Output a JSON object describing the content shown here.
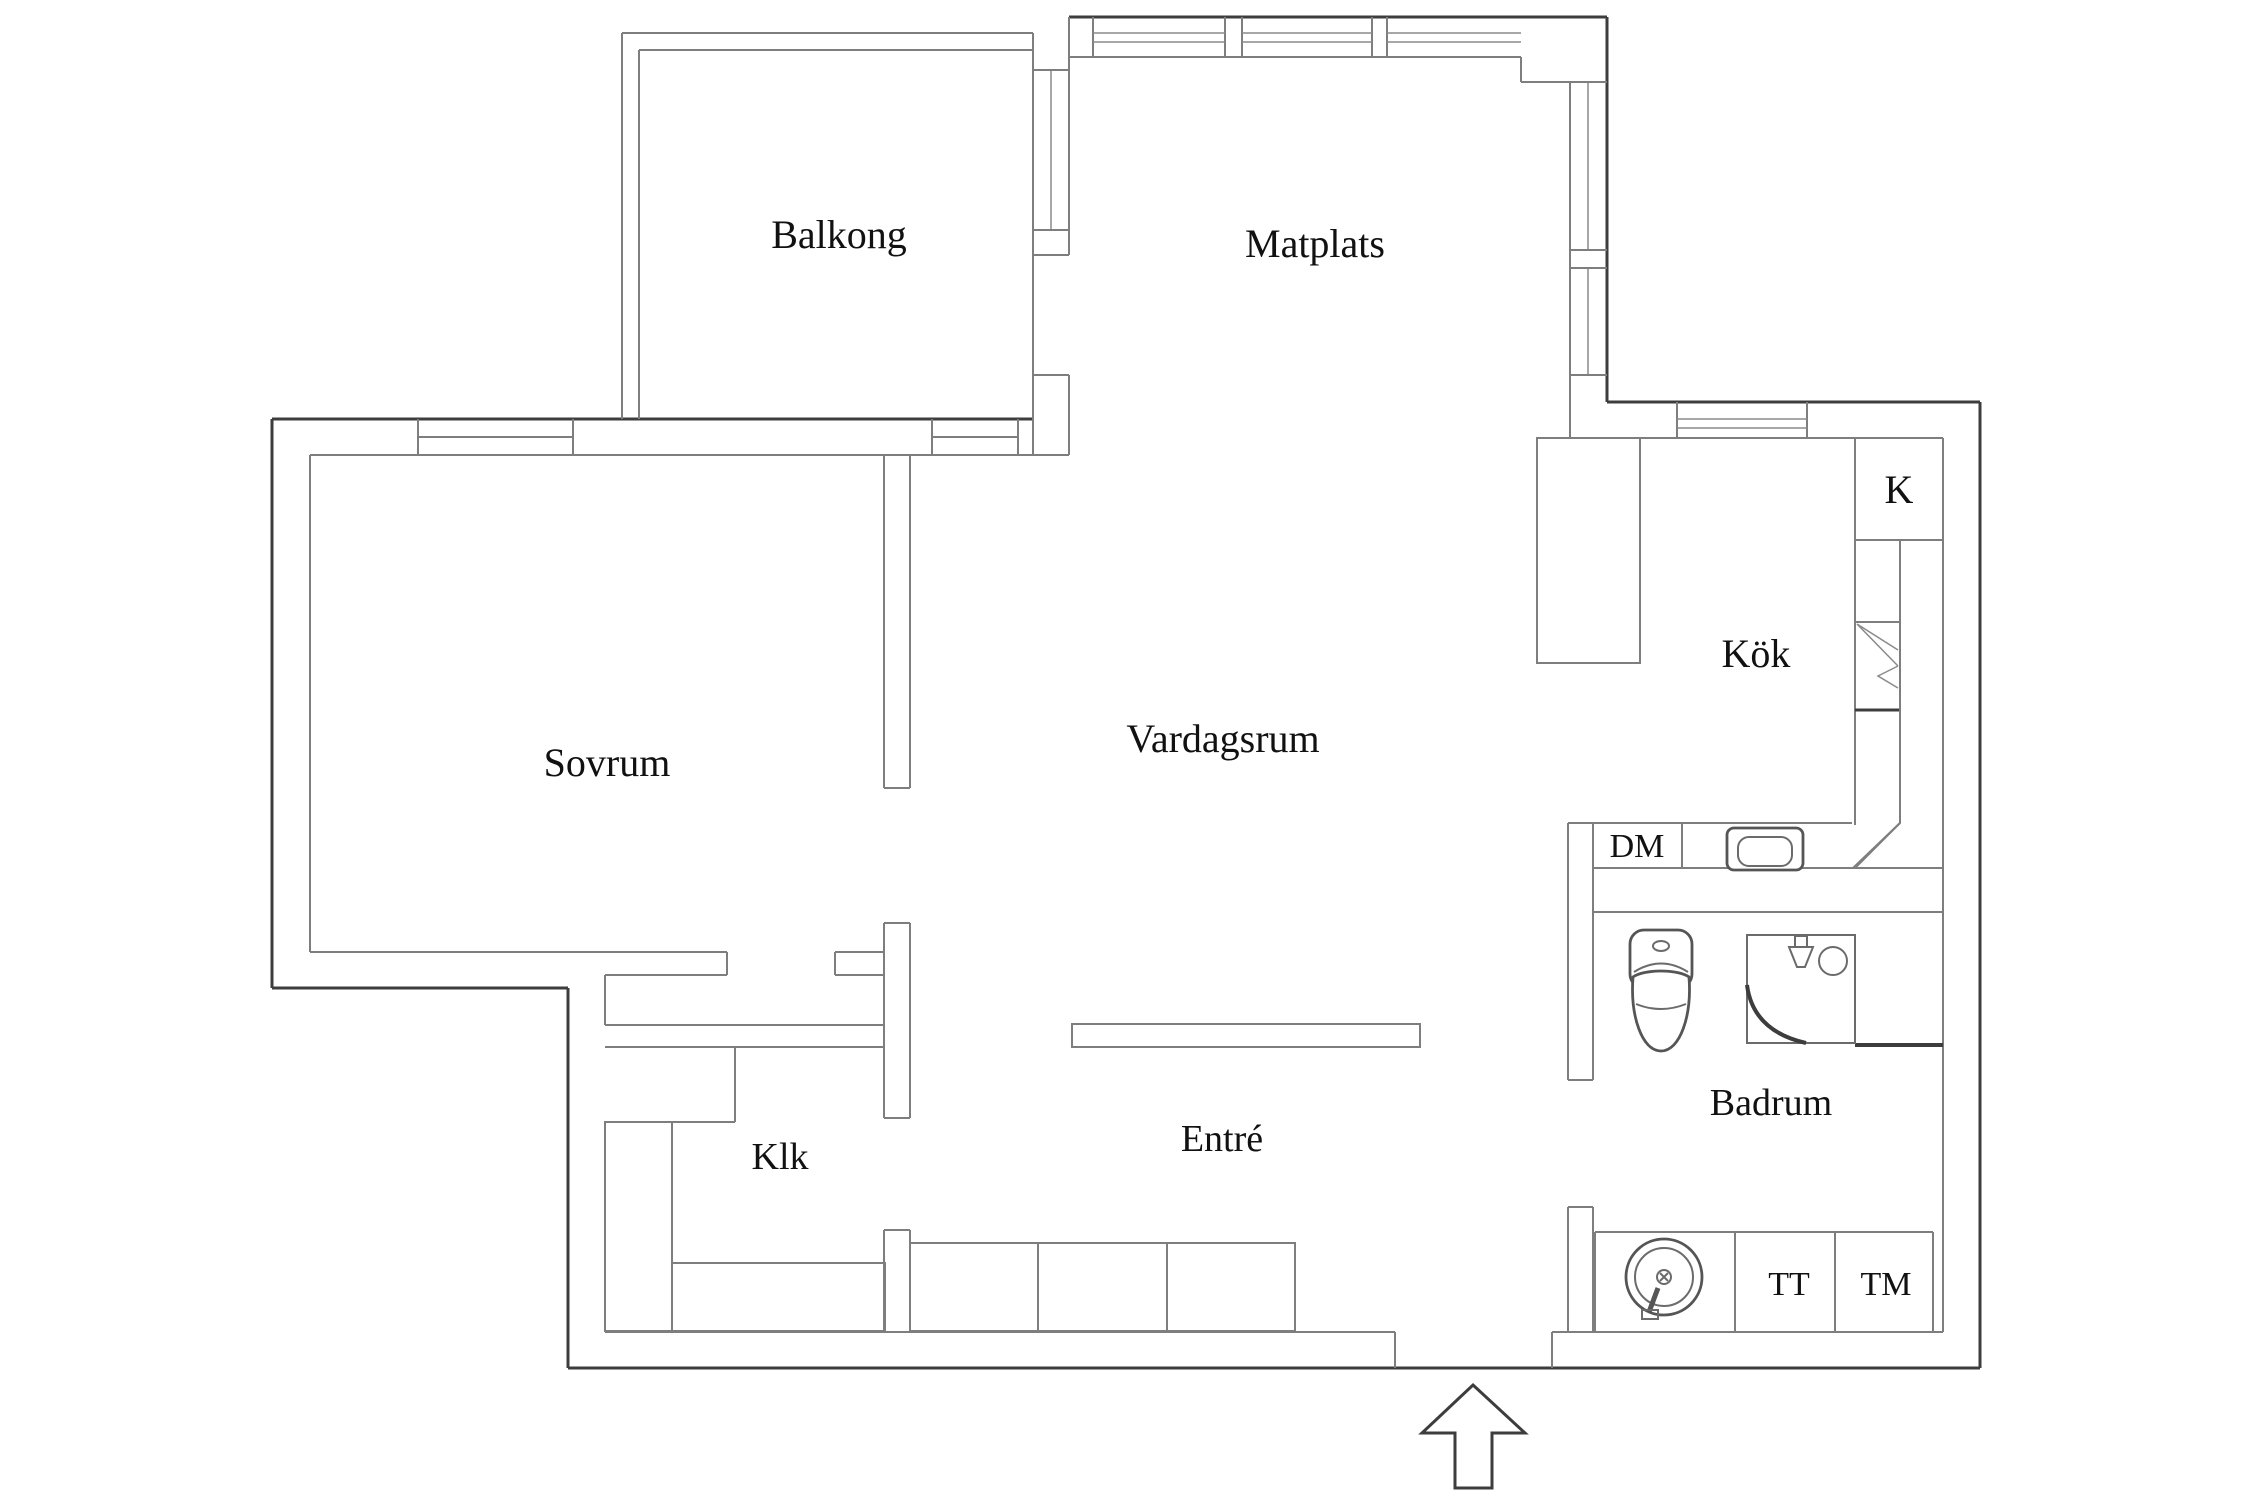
{
  "title": "Apartment floor plan",
  "colors": {
    "background": "#ffffff",
    "wall_line": "#7e7e7e",
    "outer_wall_line": "#3d3d3d",
    "fixture_line": "#555555",
    "text": "#111111"
  },
  "rooms": {
    "balkong": "Balkong",
    "matplats": "Matplats",
    "sovrum": "Sovrum",
    "vardagsrum": "Vardagsrum",
    "kok": "Kök",
    "klk": "Klk",
    "entre": "Entré",
    "badrum": "Badrum"
  },
  "appliances": {
    "k": "K",
    "dm": "DM",
    "tt": "TT",
    "tm": "TM"
  }
}
